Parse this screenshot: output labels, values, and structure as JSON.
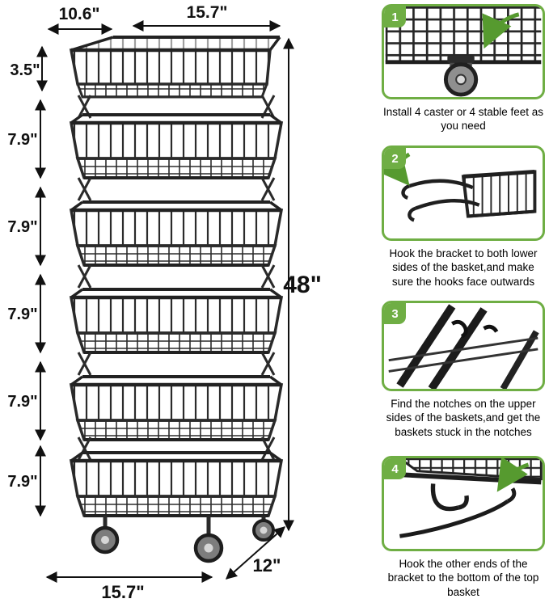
{
  "colors": {
    "accent_green": "#6fae44",
    "wire_dark": "#262626",
    "dimension_text": "#111111"
  },
  "diagram": {
    "dim_top_depth": "10.6\"",
    "dim_top_width": "15.7\"",
    "dim_top_basket_height": "3.5\"",
    "dim_tier1": "7.9\"",
    "dim_tier2": "7.9\"",
    "dim_tier3": "7.9\"",
    "dim_tier4": "7.9\"",
    "dim_tier5": "7.9\"",
    "dim_total_height": "48\"",
    "dim_depth": "12\"",
    "dim_bottom_width": "15.7\""
  },
  "steps": [
    {
      "number": "1",
      "caption": "Install 4 caster or 4 stable feet as you need"
    },
    {
      "number": "2",
      "caption": "Hook the bracket to both lower sides of the basket,and make sure the hooks face outwards"
    },
    {
      "number": "3",
      "caption": "Find the notches on the upper sides of the baskets,and get the baskets stuck in the notches"
    },
    {
      "number": "4",
      "caption": "Hook the other ends of the bracket to the bottom of the top basket"
    }
  ]
}
